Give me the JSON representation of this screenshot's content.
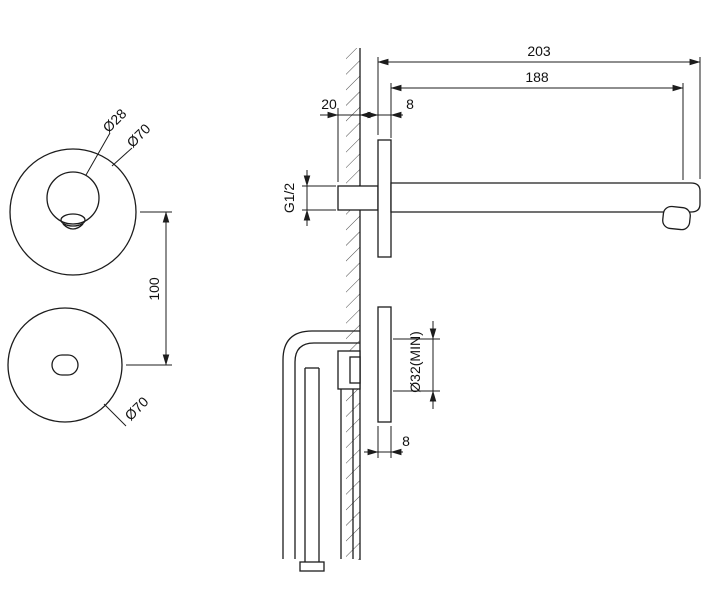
{
  "drawing": {
    "background": "#ffffff",
    "line_color": "#1c1c1c",
    "labels": {
      "overall_length": "203",
      "spout_length": "188",
      "wall_clearance": "20",
      "top_flange_thickness": "8",
      "thread_size": "G1/2",
      "center_spacing": "100",
      "spout_outlet_diameter": "Ø28",
      "top_escutcheon_diameter": "Ø70",
      "bottom_escutcheon_diameter": "Ø70",
      "wall_hole_diameter": "Ø32(MIN)",
      "bottom_flange_thickness": "8"
    }
  }
}
